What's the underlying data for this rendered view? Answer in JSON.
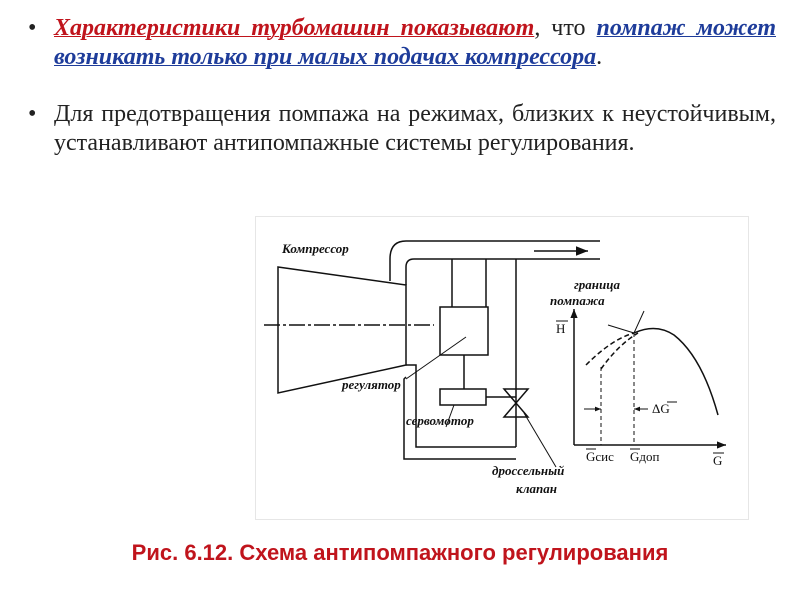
{
  "bullet1": {
    "marker": "•",
    "red_part": "Характеристики турбомашин показывают",
    "plain_part": ", что ",
    "blue_part": "помпаж может возникать только при малых подачах компрессора",
    "end": "."
  },
  "bullet2": {
    "marker": "•",
    "text": "Для предотвращения помпажа на режимах, близких к неустойчивым, устанавливают антипомпажные системы регулирования."
  },
  "figure": {
    "labels": {
      "compressor": "Компрессор",
      "regulator": "регулятор",
      "servomotor": "сервомотор",
      "throttle_1": "дроссельный",
      "throttle_2": "клапан",
      "surge_1": "граница",
      "surge_2": "помпажа"
    },
    "axes": {
      "y": "H",
      "x": "G",
      "g_sis": "Gсис",
      "g_dop": "Gдоп",
      "delta_g": "ΔG"
    }
  },
  "caption": "Рис. 6.12. Схема антипомпажного регулирования",
  "colors": {
    "red": "#c0141c",
    "blue": "#1e3c9a"
  }
}
